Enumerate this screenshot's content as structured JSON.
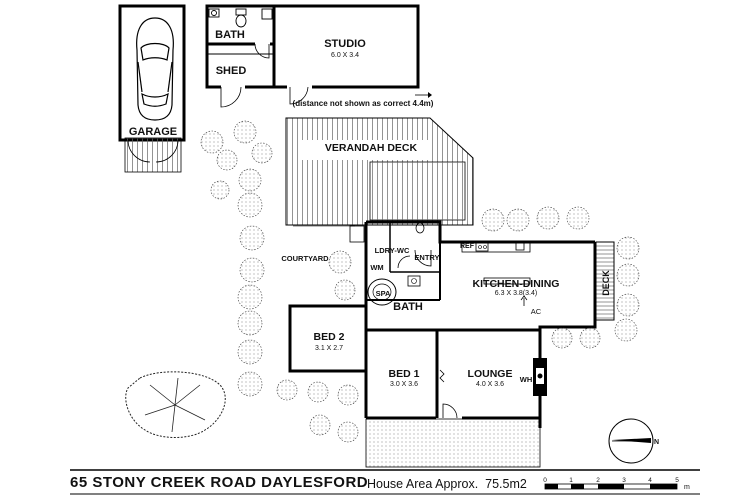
{
  "rooms": {
    "bath_top": "BATH",
    "shed": "SHED",
    "studio": "STUDIO",
    "studio_dim": "6.0 X 3.4",
    "garage": "GARAGE",
    "studio_note": "(distance not shown as correct 4.4m)",
    "verandah": "VERANDAH DECK",
    "courtyard": "COURTYARD",
    "laundry": "LDRY-WC",
    "entry": "ENTRY",
    "wm": "WM",
    "ref": "REF",
    "spa": "SPA",
    "bath": "BATH",
    "kitchen": "KITCHEN-DINING",
    "kitchen_dim": "6.3 X 3.8(3.4)",
    "ac": "AC",
    "deck": "DECK",
    "bed2": "BED 2",
    "bed2_dim": "3.1 X 2.7",
    "bed1": "BED 1",
    "bed1_dim": "3.0 X 3.6",
    "lounge": "LOUNGE",
    "lounge_dim": "4.0 X 3.6",
    "wh": "WH"
  },
  "compass": {
    "north": "N"
  },
  "scale": {
    "ticks": [
      "0",
      "1",
      "2",
      "3",
      "4",
      "5"
    ],
    "unit": "m"
  },
  "footer": {
    "address": "65 STONY CREEK ROAD DAYLESFORD",
    "area_label": "House Area Approx.",
    "area_value": "75.5m2"
  }
}
